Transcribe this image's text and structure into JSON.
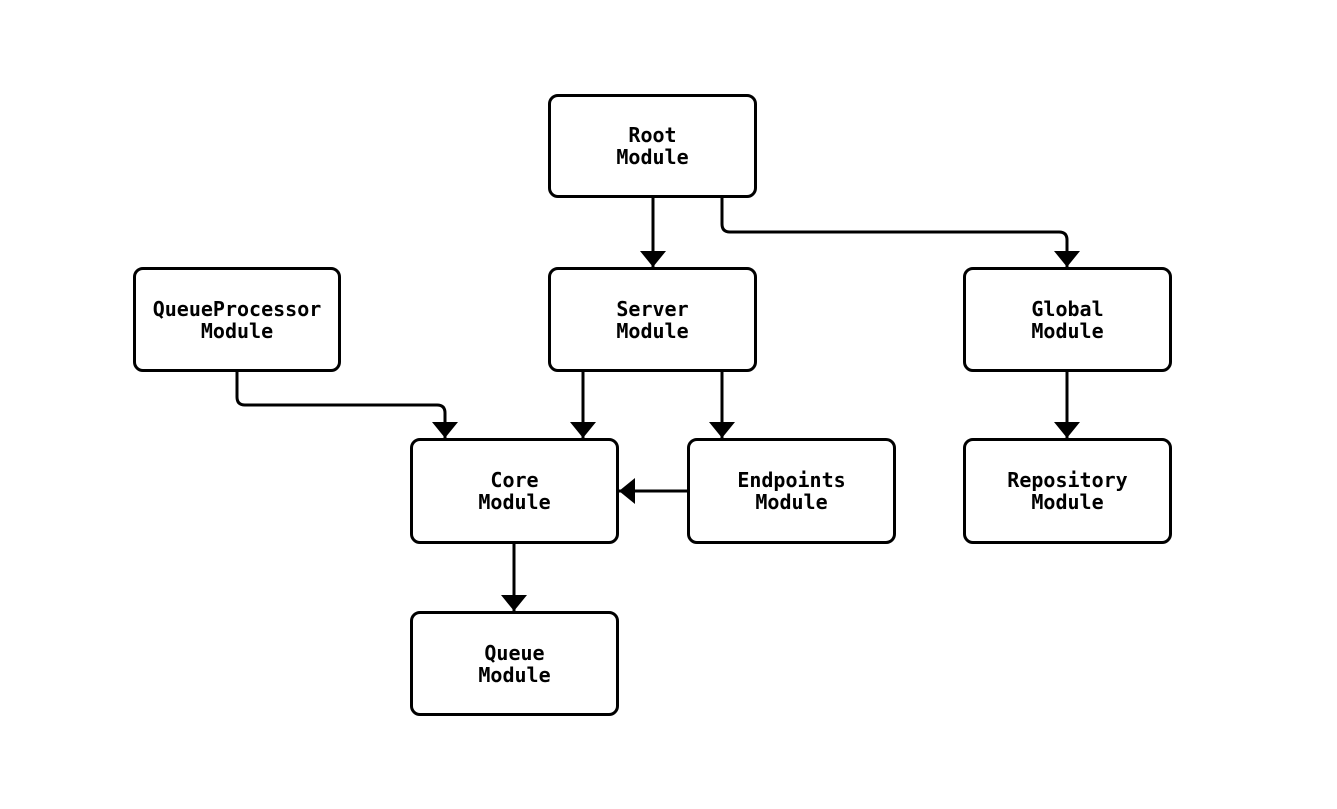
{
  "diagram": {
    "type": "flowchart",
    "direction": "top-down",
    "background_color": "#ffffff",
    "node_fill_color": "#ffffff",
    "node_border_color": "#000000",
    "edge_color": "#000000",
    "text_color": "#000000"
  },
  "nodes": {
    "root": {
      "label": "Root\nModule"
    },
    "queueprocessor": {
      "label": "QueueProcessor\nModule"
    },
    "server": {
      "label": "Server\nModule"
    },
    "global": {
      "label": "Global\nModule"
    },
    "core": {
      "label": "Core\nModule"
    },
    "endpoints": {
      "label": "Endpoints\nModule"
    },
    "repository": {
      "label": "Repository\nModule"
    },
    "queue": {
      "label": "Queue\nModule"
    }
  },
  "edges": [
    {
      "from": "Root Module",
      "to": "Server Module"
    },
    {
      "from": "Root Module",
      "to": "Global Module"
    },
    {
      "from": "QueueProcessor Module",
      "to": "Core Module"
    },
    {
      "from": "Server Module",
      "to": "Core Module"
    },
    {
      "from": "Server Module",
      "to": "Endpoints Module"
    },
    {
      "from": "Endpoints Module",
      "to": "Core Module"
    },
    {
      "from": "Global Module",
      "to": "Repository Module"
    },
    {
      "from": "Core Module",
      "to": "Queue Module"
    }
  ]
}
